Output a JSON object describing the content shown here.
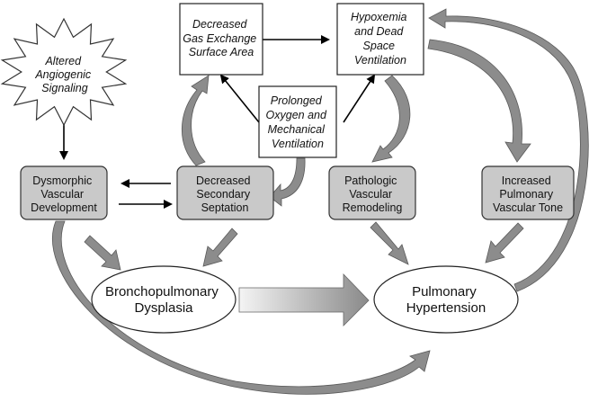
{
  "nodes": {
    "angiogenic": [
      "Altered",
      "Angiogenic",
      "Signaling"
    ],
    "gas_exchange": [
      "Decreased",
      "Gas Exchange",
      "Surface Area"
    ],
    "hypoxemia": [
      "Hypoxemia",
      "and Dead",
      "Space",
      "Ventilation"
    ],
    "oxygen": [
      "Prolonged",
      "Oxygen and",
      "Mechanical",
      "Ventilation"
    ],
    "dysmorphic": [
      "Dysmorphic",
      "Vascular",
      "Development"
    ],
    "septation": [
      "Decreased",
      "Secondary",
      "Septation"
    ],
    "remodeling": [
      "Pathologic",
      "Vascular",
      "Remodeling"
    ],
    "tone": [
      "Increased",
      "Pulmonary",
      "Vascular Tone"
    ],
    "bpd": [
      "Bronchopulmonary",
      "Dysplasia"
    ],
    "ph": [
      "Pulmonary",
      "Hypertension"
    ]
  },
  "colors": {
    "grey_box": "#c9c9c9",
    "arrow": "#8c8c8c"
  }
}
